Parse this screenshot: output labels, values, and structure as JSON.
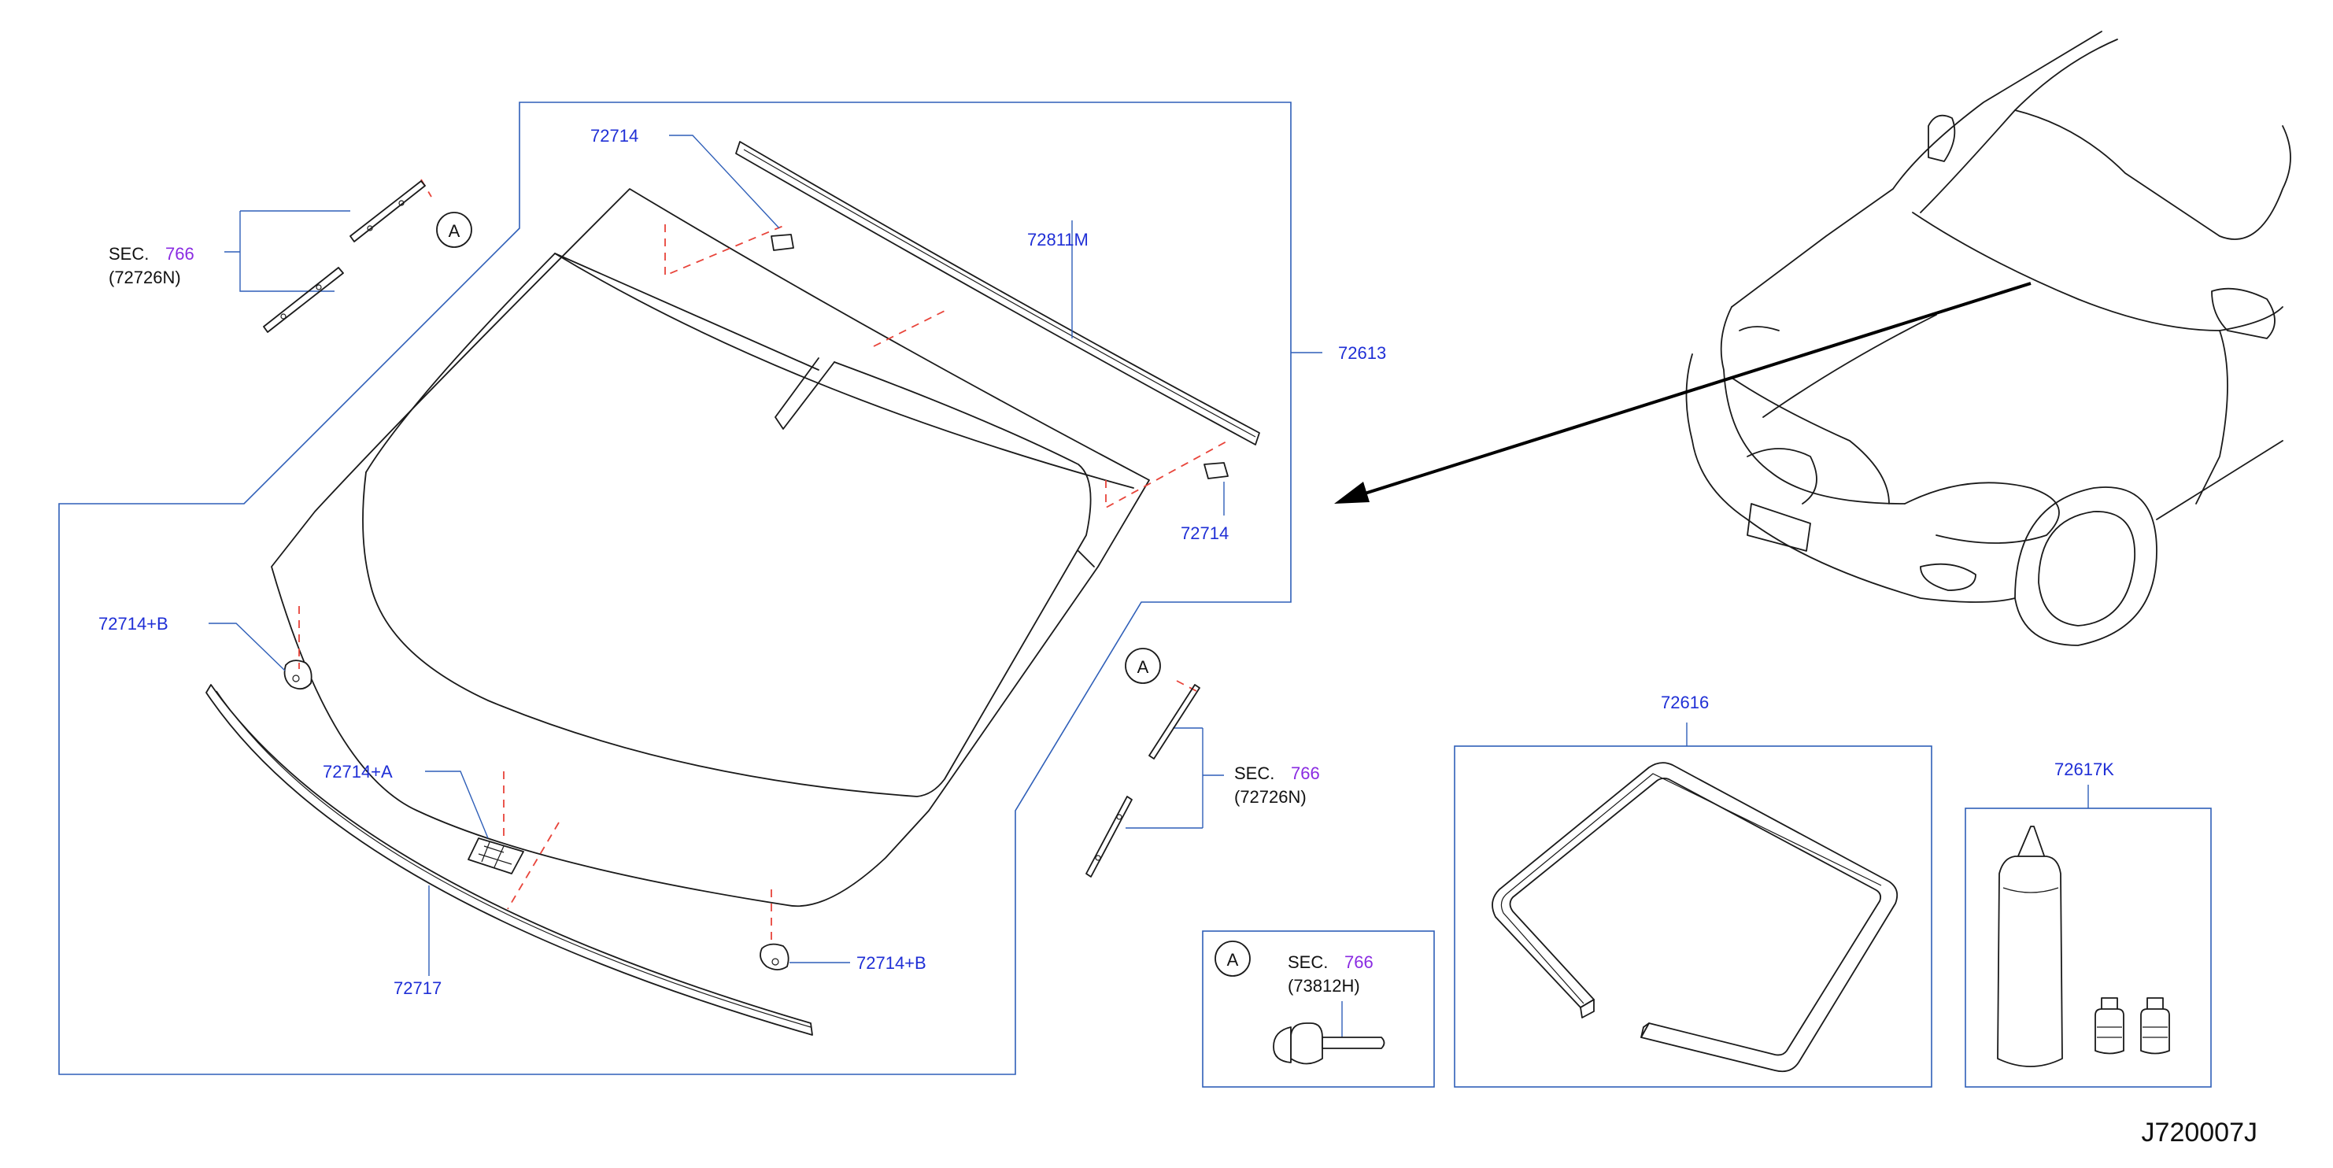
{
  "diagram_code": "J720007J",
  "labels": {
    "p72714_top": "72714",
    "p72811M": "72811M",
    "p72613": "72613",
    "p72714_right": "72714",
    "p72714B_left": "72714+B",
    "p72714A": "72714+A",
    "p72714B_bottom": "72714+B",
    "p72717": "72717",
    "p72616": "72616",
    "p72617K": "72617K"
  },
  "callouts": {
    "sec_left": {
      "prefix": "SEC.",
      "number": "766",
      "sub": "(72726N)",
      "marker": "A"
    },
    "sec_right": {
      "prefix": "SEC.",
      "number": "766",
      "sub": "(72726N)",
      "marker": "A"
    },
    "sec_inset": {
      "prefix": "SEC.",
      "number": "766",
      "sub": "(73812H)",
      "marker": "A"
    }
  },
  "colors": {
    "part_number": "#1f2fd6",
    "section_number": "#8a2be2",
    "frame": "#2f5fb8",
    "hidden_line": "#e8443a"
  }
}
